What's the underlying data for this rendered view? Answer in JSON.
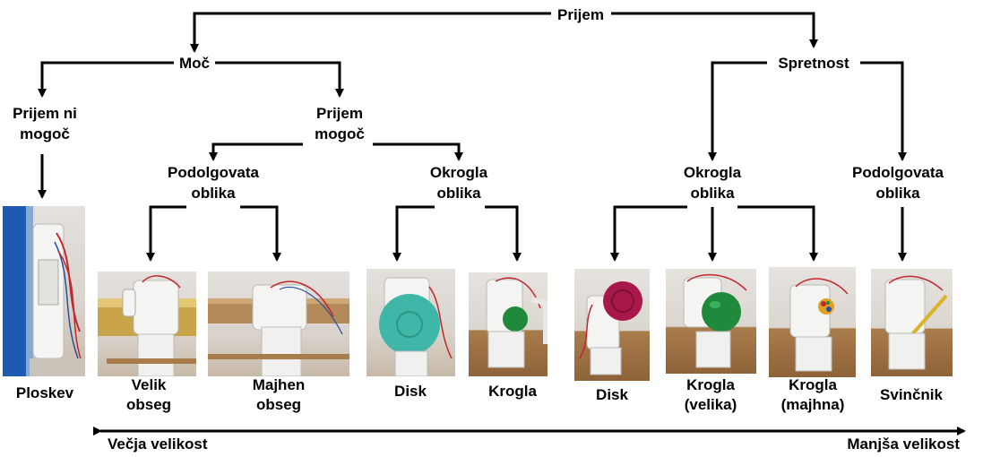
{
  "nodes": {
    "root": "Prijem",
    "power": "Moč",
    "precision": "Spretnost",
    "non_prehensile": [
      "Prijem ni",
      "mogoč"
    ],
    "prehensile": [
      "Prijem",
      "mogoč"
    ],
    "power_elongated": [
      "Podolgovata",
      "oblika"
    ],
    "power_round": [
      "Okrogla",
      "oblika"
    ],
    "precision_round": [
      "Okrogla",
      "oblika"
    ],
    "precision_elongated": [
      "Podolgovata",
      "oblika"
    ]
  },
  "grasps": [
    {
      "id": "ploskev",
      "caption": [
        "Ploskev"
      ],
      "object": "flat-panel"
    },
    {
      "id": "velik-obseg",
      "caption": [
        "Velik",
        "obseg"
      ],
      "object": "gold-cylinder"
    },
    {
      "id": "majhen-obseg",
      "caption": [
        "Majhen",
        "obseg"
      ],
      "object": "cardboard-tube"
    },
    {
      "id": "disk-power",
      "caption": [
        "Disk"
      ],
      "object": "teal-disk"
    },
    {
      "id": "krogla-power",
      "caption": [
        "Krogla"
      ],
      "object": "green-ball"
    },
    {
      "id": "disk-precision",
      "caption": [
        "Disk"
      ],
      "object": "magenta-disk"
    },
    {
      "id": "krogla-velika",
      "caption": [
        "Krogla",
        "(velika)"
      ],
      "object": "green-ball"
    },
    {
      "id": "krogla-majhna",
      "caption": [
        "Krogla",
        "(majhna)"
      ],
      "object": "small-colorful-ball"
    },
    {
      "id": "svincnik",
      "caption": [
        "Svinčnik"
      ],
      "object": "pencil"
    }
  ],
  "size_axis": {
    "left": "Večja velikost",
    "right": "Manjša velikost"
  },
  "colors": {
    "line": "#000000",
    "hand": "#f4f4f2",
    "wire_red": "#c0282d",
    "wire_blue": "#2b4fa0",
    "gold": "#c9a44a",
    "cardboard": "#b48a58",
    "teal": "#3fb7a8",
    "green": "#1f8a3c",
    "magenta": "#a8184a",
    "panel_blue": "#1e5bb0"
  }
}
